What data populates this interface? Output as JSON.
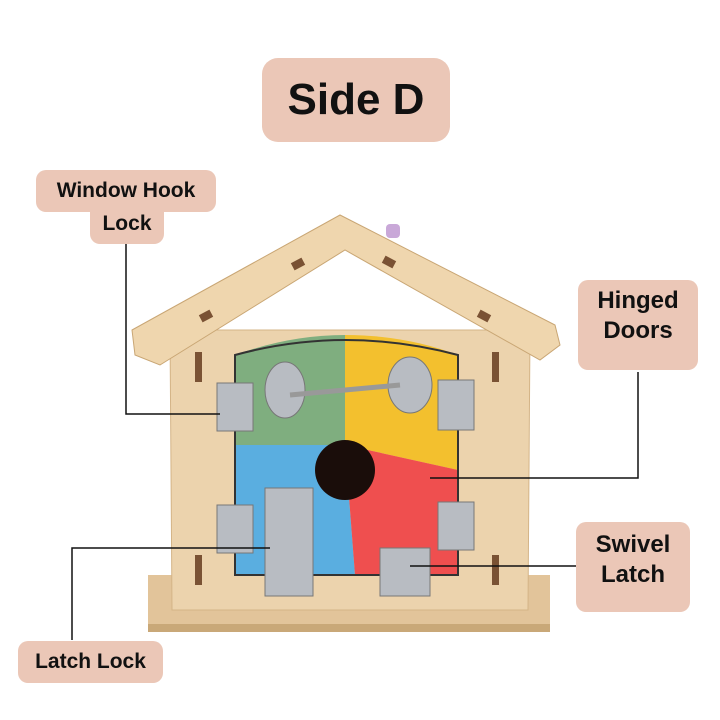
{
  "title": "Side D",
  "labels": {
    "window_hook_lock_line1": "Window Hook",
    "window_hook_lock_line2": "Lock",
    "hinged_doors_line1": "Hinged",
    "hinged_doors_line2": "Doors",
    "swivel_latch_line1": "Swivel",
    "swivel_latch_line2": "Latch",
    "latch_lock": "Latch Lock"
  },
  "colors": {
    "label_bg": "#ebc7b7",
    "wood": "#e9cfa6",
    "green": "#7fae7f",
    "yellow": "#f3c02e",
    "blue": "#5aaee0",
    "red": "#ef4f4f"
  }
}
